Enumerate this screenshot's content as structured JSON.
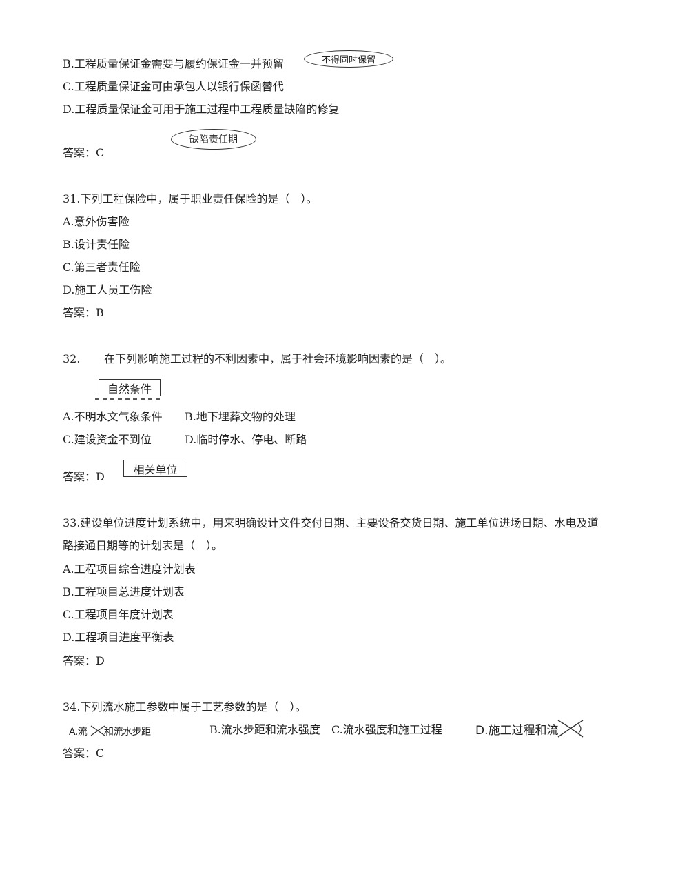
{
  "q30": {
    "option_b": "B.工程质量保证金需要与履约保证金一并预留",
    "option_c": "C.工程质量保证金可由承包人以银行保函替代",
    "option_d": "D.工程质量保证金可用于施工过程中工程质量缺陷的修复",
    "answer": "答案：C",
    "note_b": "不得同时保留",
    "note_answer": "缺陷责任期"
  },
  "q31": {
    "stem": "31.下列工程保险中，属于职业责任保险的是（　）。",
    "option_a": "A.意外伤害险",
    "option_b": "B.设计责任险",
    "option_c": "C.第三者责任险",
    "option_d": "D.施工人员工伤险",
    "answer": "答案：B"
  },
  "q32": {
    "number": "32.",
    "stem": "在下列影响施工过程的不利因素中，属于社会环境影响因素的是（　）。",
    "note_top": "自然条件",
    "option_a": "A.不明水文气象条件",
    "option_b": "B.地下埋葬文物的处理",
    "option_c": "C.建设资金不到位",
    "option_d": "D.临时停水、停电、断路",
    "answer": "答案：D",
    "note_answer": "相关单位"
  },
  "q33": {
    "stem_line1": "33.建设单位进度计划系统中，用来明确设计文件交付日期、主要设备交货日期、施工单位进场日期、水电及道",
    "stem_line2": "路接通日期等的计划表是（　）。",
    "option_a": "A.工程项目综合进度计划表",
    "option_b": "B.工程项目总进度计划表",
    "option_c": "C.工程项目年度计划表",
    "option_d": "D.工程项目进度平衡表",
    "answer": "答案：D"
  },
  "q34": {
    "stem": "34.下列流水施工参数中属于工艺参数的是（　）。",
    "option_a_left": "A.流",
    "option_a_right": "和流水步距",
    "option_b": "B.流水步距和流水强度",
    "option_c": "C.流水强度和施工过程",
    "option_d": "D.施工过程和流",
    "answer": "答案：C"
  }
}
